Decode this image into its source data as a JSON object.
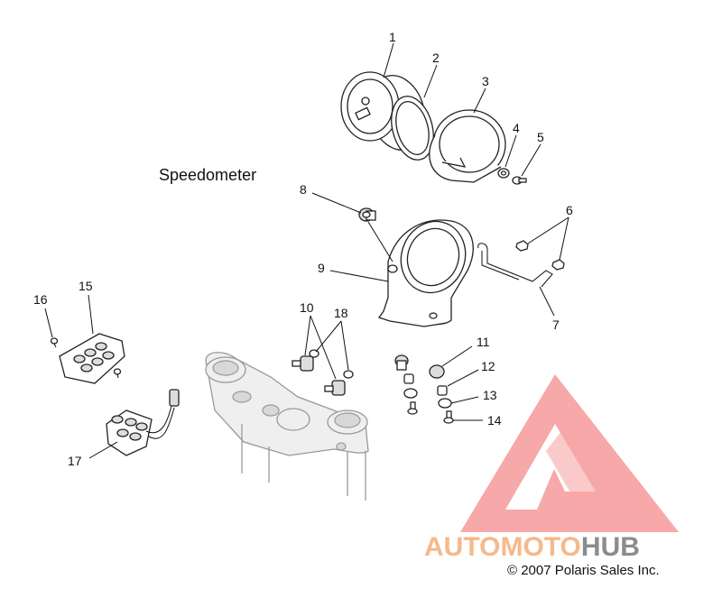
{
  "diagram": {
    "title": "Speedometer",
    "copyright": "© 2007 Polaris Sales Inc.",
    "watermark": {
      "text_part1": "AUTOMOTO",
      "text_part2": "HUB",
      "color_part1": "#f5b98a",
      "color_part2": "#8c8c8c",
      "logo_color": "#f58b8b"
    },
    "callouts": [
      "1",
      "2",
      "3",
      "4",
      "5",
      "6",
      "7",
      "8",
      "9",
      "10",
      "11",
      "12",
      "13",
      "14",
      "15",
      "16",
      "17",
      "18"
    ]
  }
}
